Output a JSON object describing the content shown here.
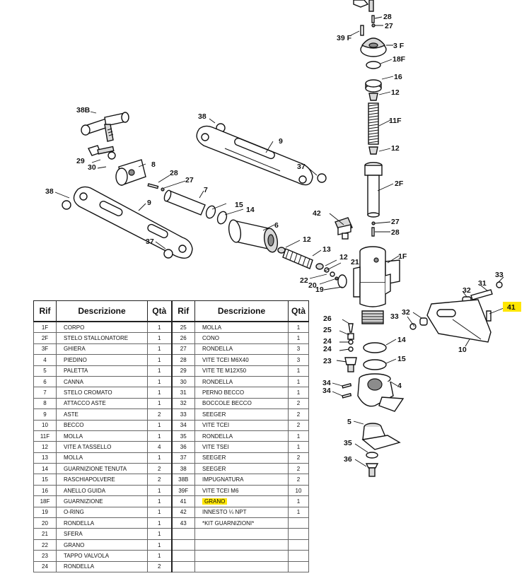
{
  "table": {
    "headers": [
      "Rif",
      "Descrizione",
      "Qtà",
      "Rif",
      "Descrizione",
      "Qtà"
    ],
    "rows": [
      {
        "rif1": "1F",
        "desc1": "CORPO",
        "qta1": "1",
        "rif2": "25",
        "desc2": "MOLLA",
        "qta2": "1"
      },
      {
        "rif1": "2F",
        "desc1": "STELO STALLONATORE",
        "qta1": "1",
        "rif2": "26",
        "desc2": "CONO",
        "qta2": "1"
      },
      {
        "rif1": "3F",
        "desc1": "GHIERA",
        "qta1": "1",
        "rif2": "27",
        "desc2": "RONDELLA",
        "qta2": "3"
      },
      {
        "rif1": "4",
        "desc1": "PIEDINO",
        "qta1": "1",
        "rif2": "28",
        "desc2": "VITE TCEI M6X40",
        "qta2": "3"
      },
      {
        "rif1": "5",
        "desc1": "PALETTA",
        "qta1": "1",
        "rif2": "29",
        "desc2": "VITE TE M12X50",
        "qta2": "1"
      },
      {
        "rif1": "6",
        "desc1": "CANNA",
        "qta1": "1",
        "rif2": "30",
        "desc2": "RONDELLA",
        "qta2": "1"
      },
      {
        "rif1": "7",
        "desc1": "STELO CROMATO",
        "qta1": "1",
        "rif2": "31",
        "desc2": "PERNO BECCO",
        "qta2": "1"
      },
      {
        "rif1": "8",
        "desc1": "ATTACCO ASTE",
        "qta1": "1",
        "rif2": "32",
        "desc2": "BOCCOLE BECCO",
        "qta2": "2"
      },
      {
        "rif1": "9",
        "desc1": "ASTE",
        "qta1": "2",
        "rif2": "33",
        "desc2": "SEEGER",
        "qta2": "2"
      },
      {
        "rif1": "10",
        "desc1": "BECCO",
        "qta1": "1",
        "rif2": "34",
        "desc2": "VITE TCEI",
        "qta2": "2"
      },
      {
        "rif1": "11F",
        "desc1": "MOLLA",
        "qta1": "1",
        "rif2": "35",
        "desc2": "RONDELLA",
        "qta2": "1"
      },
      {
        "rif1": "12",
        "desc1": "VITE A TASSELLO",
        "qta1": "4",
        "rif2": "36",
        "desc2": "VITE TSEI",
        "qta2": "1"
      },
      {
        "rif1": "13",
        "desc1": "MOLLA",
        "qta1": "1",
        "rif2": "37",
        "desc2": "SEEGER",
        "qta2": "2"
      },
      {
        "rif1": "14",
        "desc1": "GUARNIZIONE TENUTA",
        "qta1": "2",
        "rif2": "38",
        "desc2": "SEEGER",
        "qta2": "2"
      },
      {
        "rif1": "15",
        "desc1": "RASCHIAPOLVERE",
        "qta1": "2",
        "rif2": "38B",
        "desc2": "IMPUGNATURA",
        "qta2": "2"
      },
      {
        "rif1": "16",
        "desc1": "ANELLO GUIDA",
        "qta1": "1",
        "rif2": "39F",
        "desc2": "VITE TCEI M6",
        "qta2": "10"
      },
      {
        "rif1": "18F",
        "desc1": "GUARNIZIONE",
        "qta1": "1",
        "rif2": "41",
        "desc2": "GRANO",
        "qta2": "1",
        "highlight2": true
      },
      {
        "rif1": "19",
        "desc1": "O-RING",
        "qta1": "1",
        "rif2": "42",
        "desc2": "INNESTO ¼ NPT",
        "qta2": "1"
      },
      {
        "rif1": "20",
        "desc1": "RONDELLA",
        "qta1": "1",
        "rif2": "43",
        "desc2": "*KIT GUARNIZIONI*",
        "qta2": ""
      },
      {
        "rif1": "21",
        "desc1": "SFERA",
        "qta1": "1",
        "rif2": "",
        "desc2": "",
        "qta2": ""
      },
      {
        "rif1": "22",
        "desc1": "GRANO",
        "qta1": "1",
        "rif2": "",
        "desc2": "",
        "qta2": ""
      },
      {
        "rif1": "23",
        "desc1": "TAPPO VALVOLA",
        "qta1": "1",
        "rif2": "",
        "desc2": "",
        "qta2": ""
      },
      {
        "rif1": "24",
        "desc1": "RONDELLA",
        "qta1": "2",
        "rif2": "",
        "desc2": "",
        "qta2": ""
      }
    ]
  },
  "callouts": [
    "28",
    "27",
    "39 F",
    "3 F",
    "18F",
    "16",
    "12",
    "11F",
    "12",
    "2F",
    "27",
    "28",
    "1F",
    "38",
    "9",
    "37",
    "38B",
    "29",
    "30",
    "8",
    "28",
    "27",
    "7",
    "15",
    "14",
    "38",
    "9",
    "6",
    "37",
    "12",
    "13",
    "12",
    "21",
    "22",
    "20",
    "19",
    "42",
    "33",
    "31",
    "32",
    "41",
    "32",
    "33",
    "10",
    "26",
    "25",
    "24",
    "24",
    "23",
    "14",
    "15",
    "34",
    "34",
    "4",
    "5",
    "35",
    "36"
  ],
  "highlight_color": "#ffe600"
}
